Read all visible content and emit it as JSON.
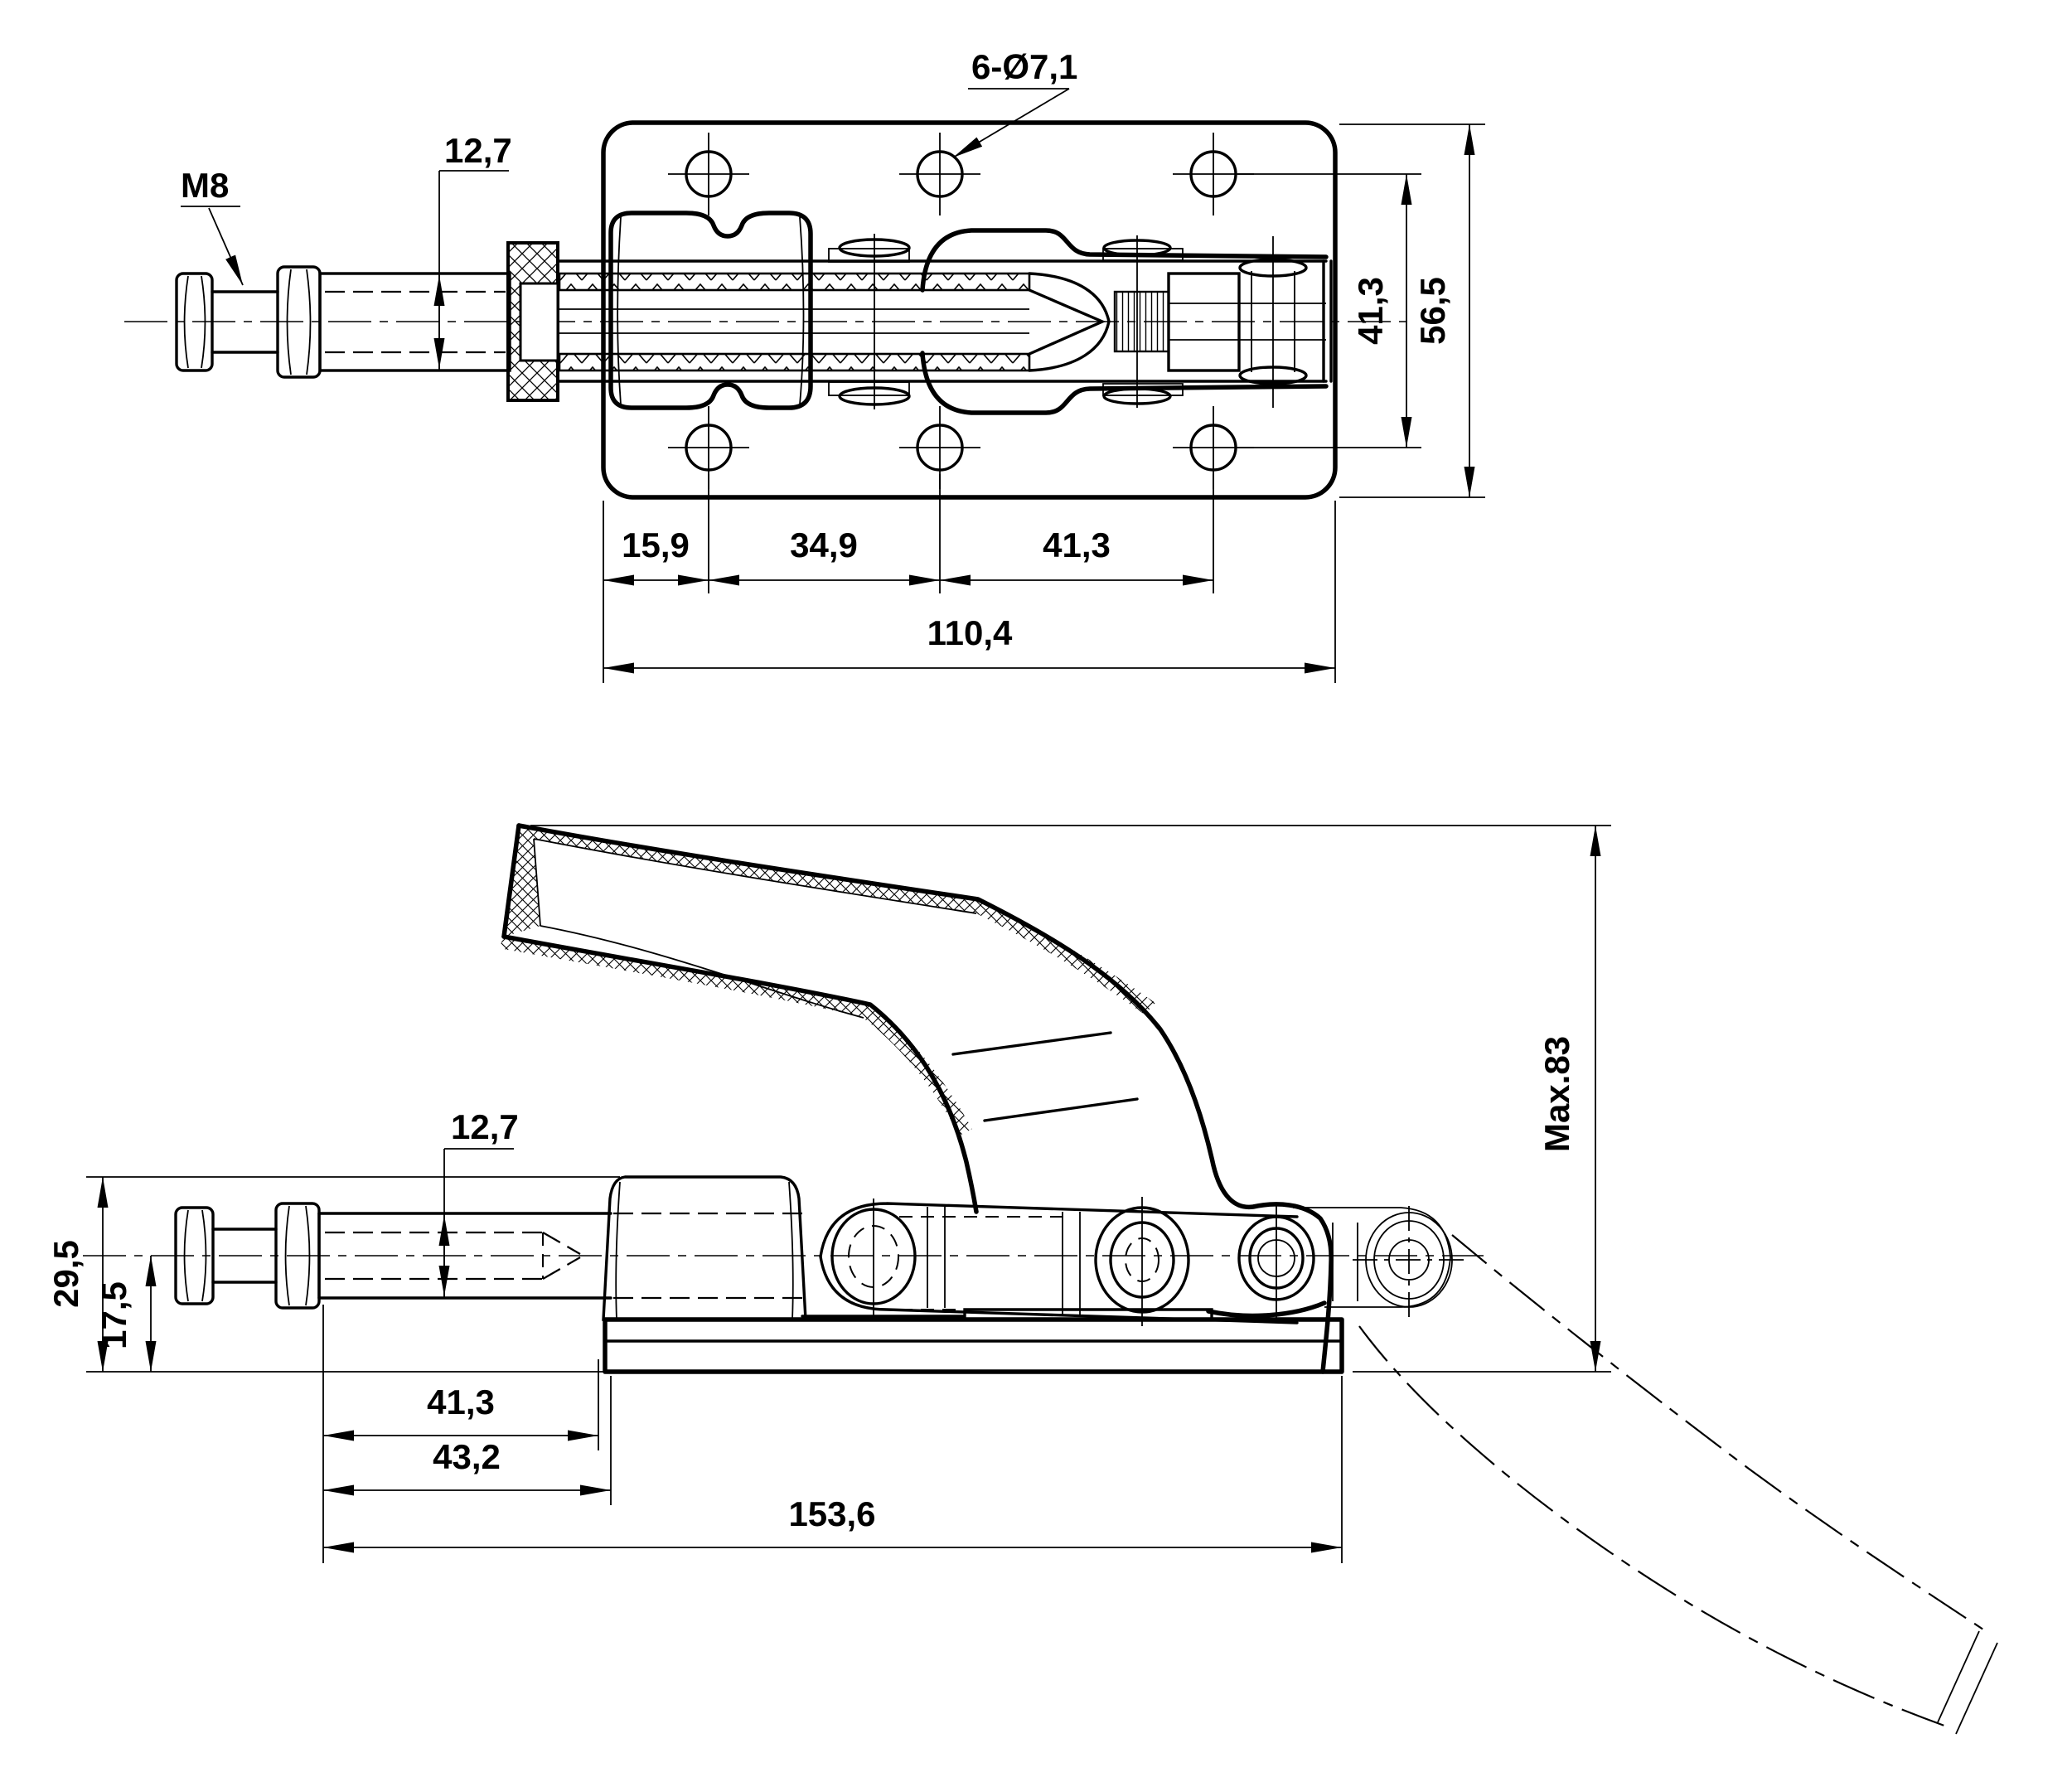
{
  "drawing": {
    "background": "#ffffff",
    "line_color": "#000000",
    "type": "toggle-clamp engineering drawing, two orthographic views"
  },
  "top_view": {
    "labels": {
      "thread": "M8",
      "rod_diameter": "12,7",
      "holes_note": "6-Ø7,1",
      "hole_rows_spacing": "41,3",
      "plate_height": "56,5",
      "left_hole_offset": "15,9",
      "hole_pitch_a": "34,9",
      "hole_pitch_b": "41,3",
      "plate_width": "110,4"
    }
  },
  "side_view": {
    "labels": {
      "rod_diameter": "12,7",
      "boss_height": "29,5",
      "axis_height": "17,5",
      "rod_extension": "41,3",
      "rod_to_base": "43,2",
      "overall_length": "153,6",
      "handle_max_height": "Max.83"
    }
  }
}
